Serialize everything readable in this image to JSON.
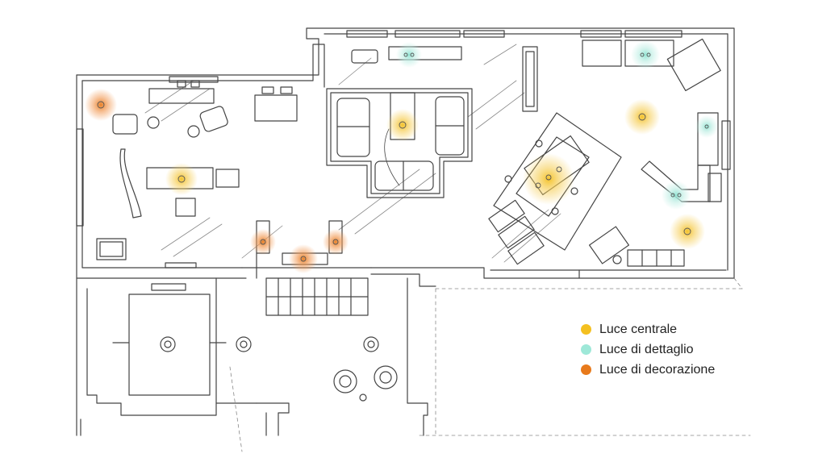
{
  "legend": {
    "items": [
      {
        "key": "central",
        "label": "Luce centrale",
        "color": "#f4c020"
      },
      {
        "key": "detail",
        "label": "Luce di dettaglio",
        "color": "#9ee8d8"
      },
      {
        "key": "decor",
        "label": "Luce di decorazione",
        "color": "#e87a1c"
      }
    ]
  },
  "colors": {
    "line": "#444444",
    "glow_central": "#f6cf5a",
    "glow_detail": "#bfeee4",
    "glow_decor": "#f29a55"
  }
}
